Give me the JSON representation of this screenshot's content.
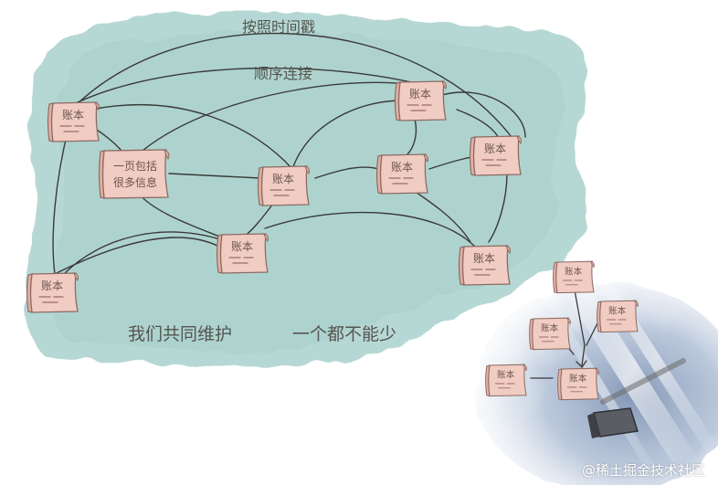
{
  "labels": {
    "top_arc_1": "按照时间戳",
    "top_arc_2": "顺序连接",
    "ledger": "账本",
    "special_line_1": "一页包括",
    "special_line_2": "很多信息",
    "slogan_1": "我们共同维护",
    "slogan_2": "一个都不能少"
  },
  "watermark": "@稀土掘金技术社区",
  "colors": {
    "teal_blob": "#b6d8d4",
    "teal_edge": "#9fcac6",
    "scroll_fill": "#f1ccc2",
    "scroll_stroke": "#8c6b63",
    "line": "#3a3a38",
    "storm": "#8fa3c0"
  }
}
